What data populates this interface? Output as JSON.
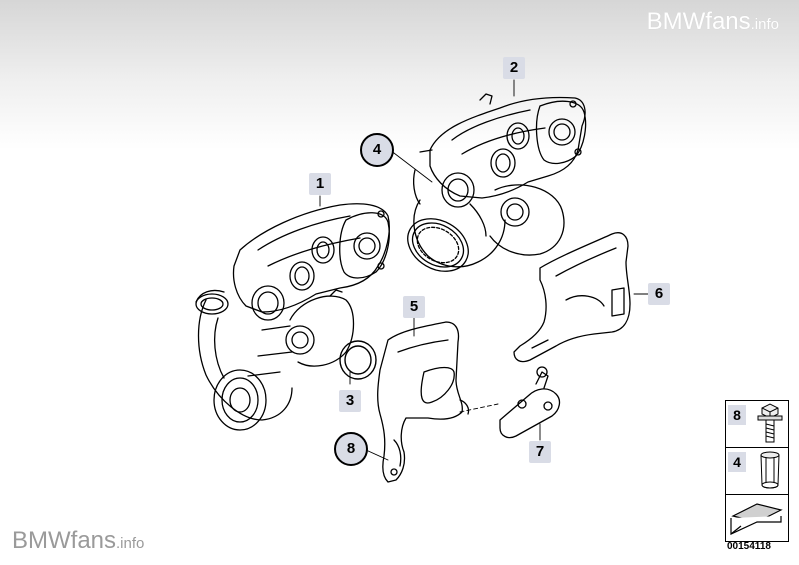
{
  "watermark": {
    "brand": "BMWfans",
    "suffix": ".info"
  },
  "callouts": {
    "c1": "1",
    "c2": "2",
    "c3": "3",
    "c4": "4",
    "c5": "5",
    "c6": "6",
    "c7": "7",
    "c8": "8"
  },
  "legend": {
    "item_bolt": "8",
    "item_nut": "4"
  },
  "document_id": "00154118"
}
